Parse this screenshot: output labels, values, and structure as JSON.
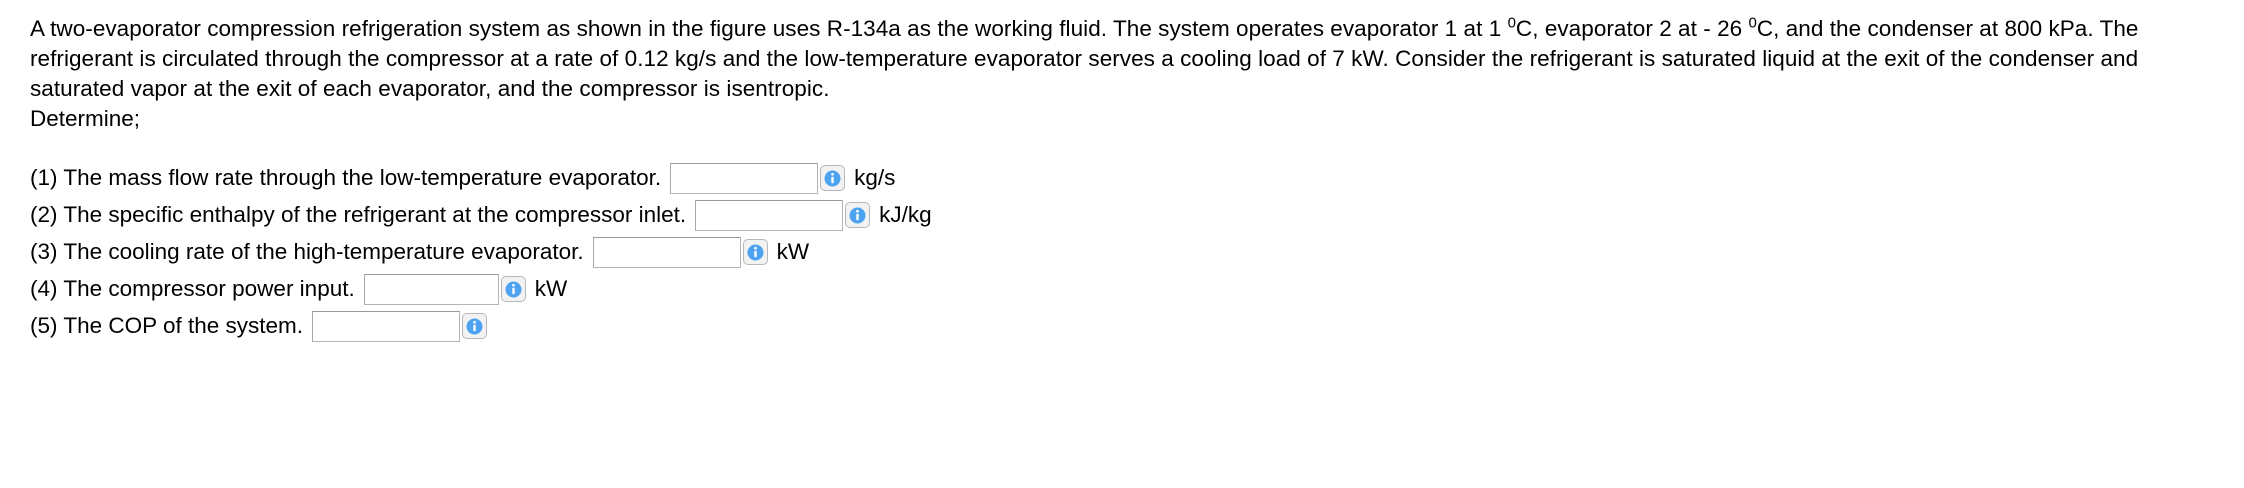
{
  "problem": {
    "line1_a": "A two-evaporator compression refrigeration system as shown in the figure uses R-134a as the working fluid. The system operates evaporator 1 at 1 ",
    "deg1": "0",
    "line1_b": "C, evaporator 2 at - 26 ",
    "deg2": "0",
    "line1_c": "C, and the condenser at 800 kPa. The refrigerant is circulated through the compressor at a rate of 0.12 kg/s and the low-temperature evaporator serves a cooling load of 7 kW. Consider the refrigerant is saturated liquid at the exit of the condenser and saturated vapor at the exit of each evaporator, and the compressor is isentropic.",
    "determine_label": "Determine;"
  },
  "questions": [
    {
      "label": "(1) The mass flow rate through the low-temperature evaporator.",
      "value": "",
      "placeholder": "",
      "input_width": 148,
      "info_icon": "info-icon",
      "unit": "kg/s"
    },
    {
      "label": "(2) The specific enthalpy of the refrigerant at the compressor inlet.",
      "value": "",
      "placeholder": "",
      "input_width": 148,
      "info_icon": "info-icon",
      "unit": "kJ/kg"
    },
    {
      "label": "(3) The cooling rate of the high-temperature evaporator.",
      "value": "",
      "placeholder": "",
      "input_width": 148,
      "info_icon": "info-icon",
      "unit": "kW"
    },
    {
      "label": "(4) The compressor power input.",
      "value": "",
      "placeholder": "",
      "input_width": 135,
      "info_icon": "info-icon",
      "unit": "kW"
    },
    {
      "label": "(5) The COP of the system.",
      "value": "",
      "placeholder": "",
      "input_width": 148,
      "info_icon": "info-icon",
      "unit": ""
    }
  ],
  "colors": {
    "info_icon_blue": "#4da3f0",
    "info_button_face": "#f2f2f2",
    "input_border": "#b4b4b4",
    "text": "#000000",
    "background": "#ffffff"
  }
}
